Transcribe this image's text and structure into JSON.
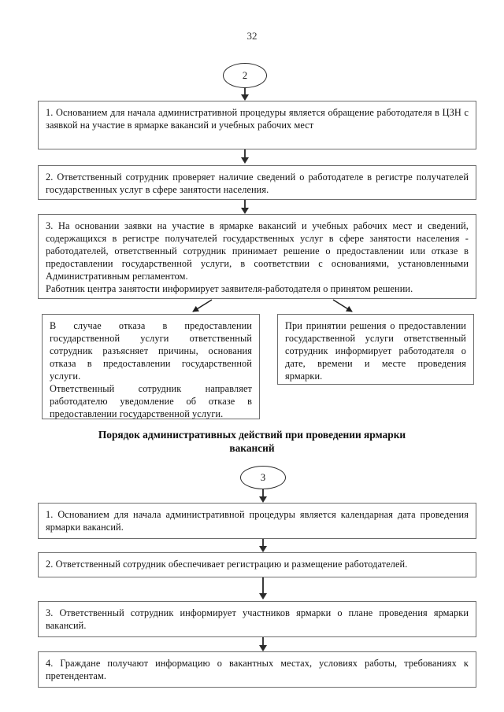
{
  "document": {
    "page_number": "32",
    "language": "ru"
  },
  "flow_top": {
    "connector_node_label": "2",
    "steps": [
      {
        "id": "step-1",
        "text": "1. Основанием для начала административной процедуры является обращение работодателя в ЦЗН с заявкой на участие в ярмарке вакансий и учебных рабочих мест"
      },
      {
        "id": "step-2",
        "text": "2. Ответственный сотрудник проверяет наличие сведений о работодателе в регистре получателей государственных услуг в сфере занятости населения."
      },
      {
        "id": "step-3",
        "text": "3. На основании заявки на участие в ярмарке вакансий и учебных рабочих мест и сведений, содержащихся в регистре получателей государственных услуг в сфере занятости населения - работодателей, ответственный сотрудник принимает решение о предоставлении или отказе в предоставлении государственной услуги, в соответствии с основаниями, установленными Административным регламентом.",
        "text_line_2": "Работник центра занятости информирует заявителя-работодателя о принятом решении."
      }
    ],
    "branches": [
      {
        "id": "branch-refusal",
        "text": "В случае отказа в предоставлении государственной услуги ответственный сотрудник разъясняет причины, основания отказа в предоставлении государственной услуги.",
        "text_line_2": "Ответственный сотрудник направляет работодателю уведомление об отказе в предоставлении государственной услуги."
      },
      {
        "id": "branch-approval",
        "text": "При принятии решения о предоставлении государственной услуги ответственный сотрудник информирует работодателя о дате, времени и месте проведения ярмарки."
      }
    ]
  },
  "section": {
    "heading_line_1": "Порядок административных действий при проведении ярмарки",
    "heading_line_2": "вакансий"
  },
  "flow_bottom": {
    "connector_node_label": "3",
    "steps": [
      {
        "id": "b-step-1",
        "text": "1. Основанием для начала административной процедуры является календарная дата проведения ярмарки вакансий."
      },
      {
        "id": "b-step-2",
        "text": "2. Ответственный сотрудник обеспечивает регистрацию и размещение работодателей."
      },
      {
        "id": "b-step-3",
        "text": "3. Ответственный сотрудник информирует участников ярмарки о плане проведения ярмарки вакансий."
      },
      {
        "id": "b-step-4",
        "text": "4. Граждане получают информацию о вакантных местах, условиях работы, требованиях к претендентам."
      }
    ]
  },
  "colors": {
    "box_border": "#6e6e6e",
    "connector": "#3c3c3c",
    "text": "#111111",
    "page_background": "#ffffff"
  }
}
